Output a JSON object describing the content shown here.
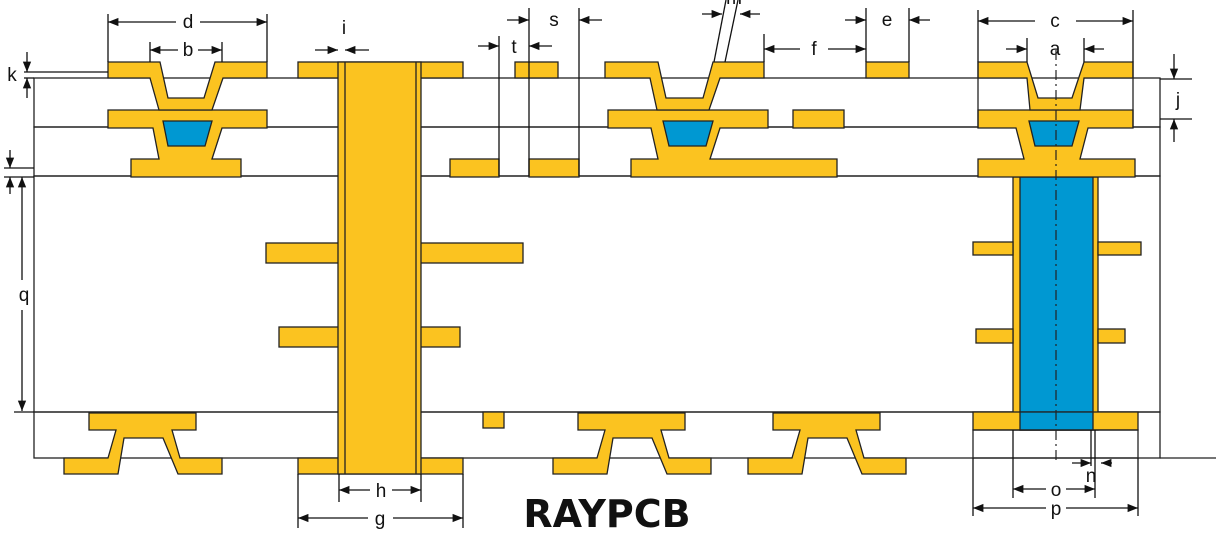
{
  "title": "IPC-2226",
  "brand": "RAYPCB",
  "colors": {
    "prepreg": "#E8566A",
    "core": "#9A5844",
    "copper": "#FBC320",
    "fill": "#0098D2"
  },
  "labels": {
    "d": "d",
    "b": "b",
    "i": "i",
    "t": "t",
    "s": "s",
    "m": "m",
    "f": "f",
    "e": "e",
    "c": "c",
    "a": "a",
    "k": "k",
    "j": "j",
    "q": "q",
    "h": "h",
    "g": "g",
    "n": "n",
    "o": "o",
    "p": "p"
  }
}
